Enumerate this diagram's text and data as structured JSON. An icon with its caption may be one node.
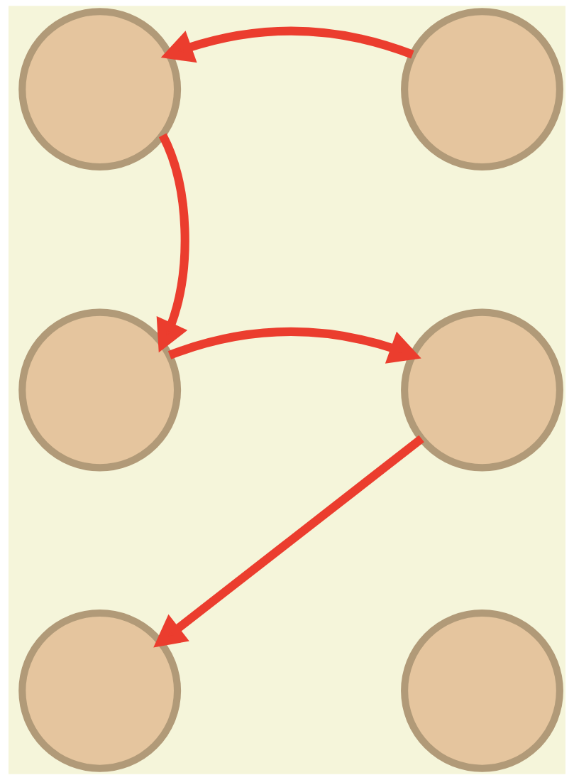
{
  "diagram": {
    "nodes": [
      {
        "text": [],
        "shape": "circle"
      },
      {
        "text": [],
        "shape": "circle"
      },
      {
        "text": [],
        "shape": "circle"
      },
      {
        "text": [],
        "shape": "circle"
      },
      {
        "text": [],
        "shape": "circle"
      },
      {
        "text": [],
        "shape": "circle"
      }
    ],
    "edges": [
      {
        "from": 1,
        "to": 0,
        "arrow": "to"
      },
      {
        "from": 0,
        "to": 2,
        "arrow": "to"
      },
      {
        "from": 2,
        "to": 3,
        "arrow": "to"
      },
      {
        "from": 3,
        "to": 4,
        "arrow": "to"
      }
    ]
  }
}
